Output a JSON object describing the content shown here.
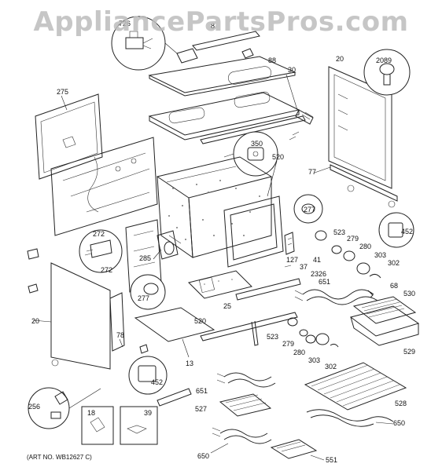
{
  "watermark": "AppliancePartsPros.com",
  "art_number": "(ART NO. WB12627 C)",
  "part_labels": {
    "p726": "726",
    "p8": "8",
    "p88": "88",
    "p20_top": "20",
    "p2089": "2089",
    "p275": "275",
    "p30": "30",
    "p350": "350",
    "p520_top": "520",
    "p77": "77",
    "p277_right": "277",
    "p452_right": "452",
    "p523_upper": "523",
    "p279_upper": "279",
    "p280_upper": "280",
    "p303_upper": "303",
    "p302_upper": "302",
    "p272_a": "272",
    "p272_b": "272",
    "p285": "285",
    "p127": "127",
    "p41": "41",
    "p37": "37",
    "p2326": "2326",
    "p651_upper": "651",
    "p68": "68",
    "p530": "530",
    "p529": "529",
    "p277_left": "277",
    "p25": "25",
    "p520_low": "520",
    "p20_left": "20",
    "p78": "78",
    "p13": "13",
    "p523_lower": "523",
    "p279_lower": "279",
    "p280_lower": "280",
    "p303_lower": "303",
    "p302_lower": "302",
    "p452_left": "452",
    "p256": "256",
    "p18": "18",
    "p39": "39",
    "p651_lower": "651",
    "p527": "527",
    "p528": "528",
    "p650_right": "650",
    "p650_left": "650",
    "p551": "551"
  }
}
